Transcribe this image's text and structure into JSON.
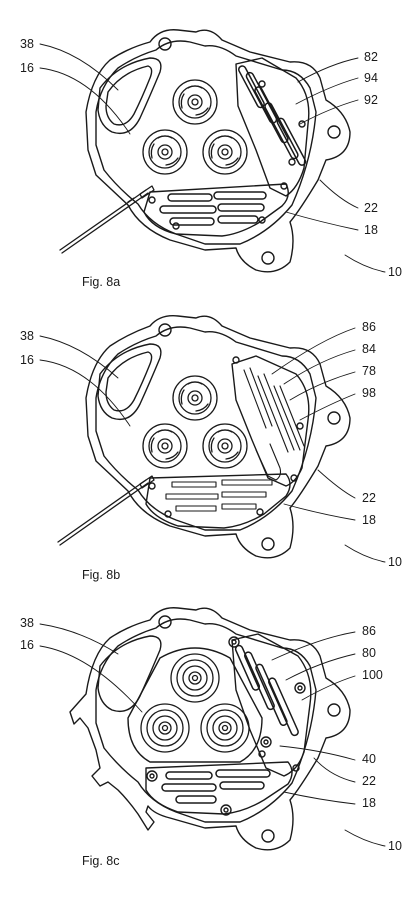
{
  "figures": [
    {
      "caption": "Fig. 8a",
      "labels": {
        "l38": "38",
        "l16": "16",
        "r1": "82",
        "r2": "94",
        "r3": "92",
        "r4": "22",
        "r5": "18",
        "r6": "10"
      }
    },
    {
      "caption": "Fig. 8b",
      "labels": {
        "l38": "38",
        "l16": "16",
        "r1": "86",
        "r2": "84",
        "r3": "78",
        "r4": "98",
        "r5": "22",
        "r6": "18",
        "r7": "10"
      }
    },
    {
      "caption": "Fig. 8c",
      "labels": {
        "l38": "38",
        "l16": "16",
        "r1": "86",
        "r2": "80",
        "r3": "100",
        "r4": "40",
        "r5": "22",
        "r6": "18",
        "r7": "10"
      }
    }
  ]
}
